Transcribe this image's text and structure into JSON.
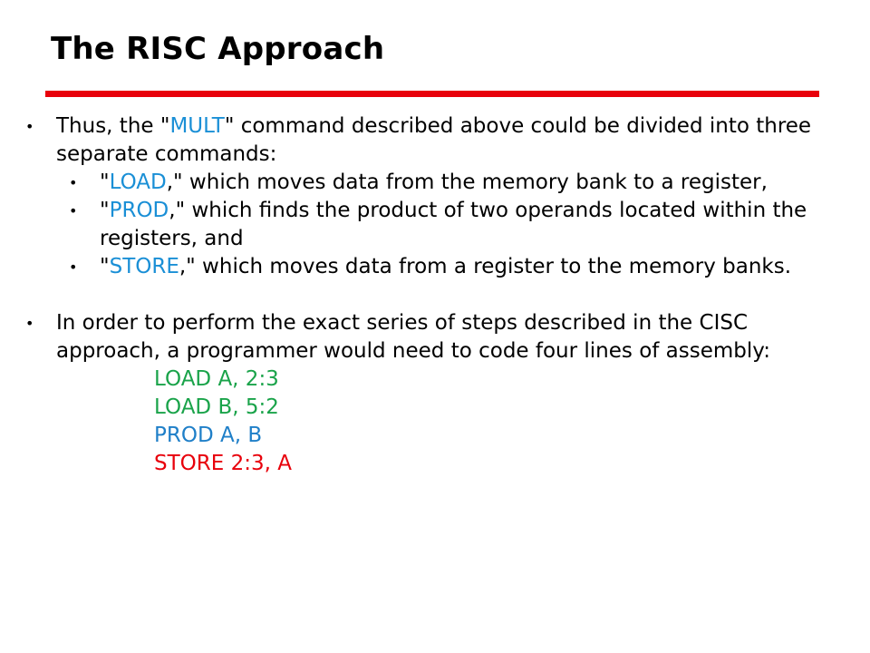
{
  "slide": {
    "title": "The RISC Approach",
    "accent_color": "#e8000b",
    "highlight_color": "#1a8fd6",
    "bullet_glyph": "•"
  },
  "bullet1": {
    "pre": "Thus, the \"",
    "term": "MULT",
    "post": "\" command described above could be divided into three separate commands:"
  },
  "subs": [
    {
      "pre": "\"",
      "term": "LOAD",
      "post": ",\" which moves data from the memory bank to a register,"
    },
    {
      "pre": "\"",
      "term": "PROD",
      "post": ",\" which finds the product of two operands located within the registers, and"
    },
    {
      "pre": "\"",
      "term": "STORE",
      "post": ",\" which moves data from a register to the memory banks."
    }
  ],
  "bullet2": {
    "text": "In order to perform the exact series of steps described in the CISC approach, a programmer would need to code four lines of assembly:"
  },
  "code_lines": [
    {
      "text": "LOAD A, 2:3",
      "color": "#1aa34a"
    },
    {
      "text": "LOAD B, 5:2",
      "color": "#1aa34a"
    },
    {
      "text": "PROD A, B",
      "color": "#1f7fc8"
    },
    {
      "text": "STORE 2:3, A",
      "color": "#e8000b"
    }
  ]
}
